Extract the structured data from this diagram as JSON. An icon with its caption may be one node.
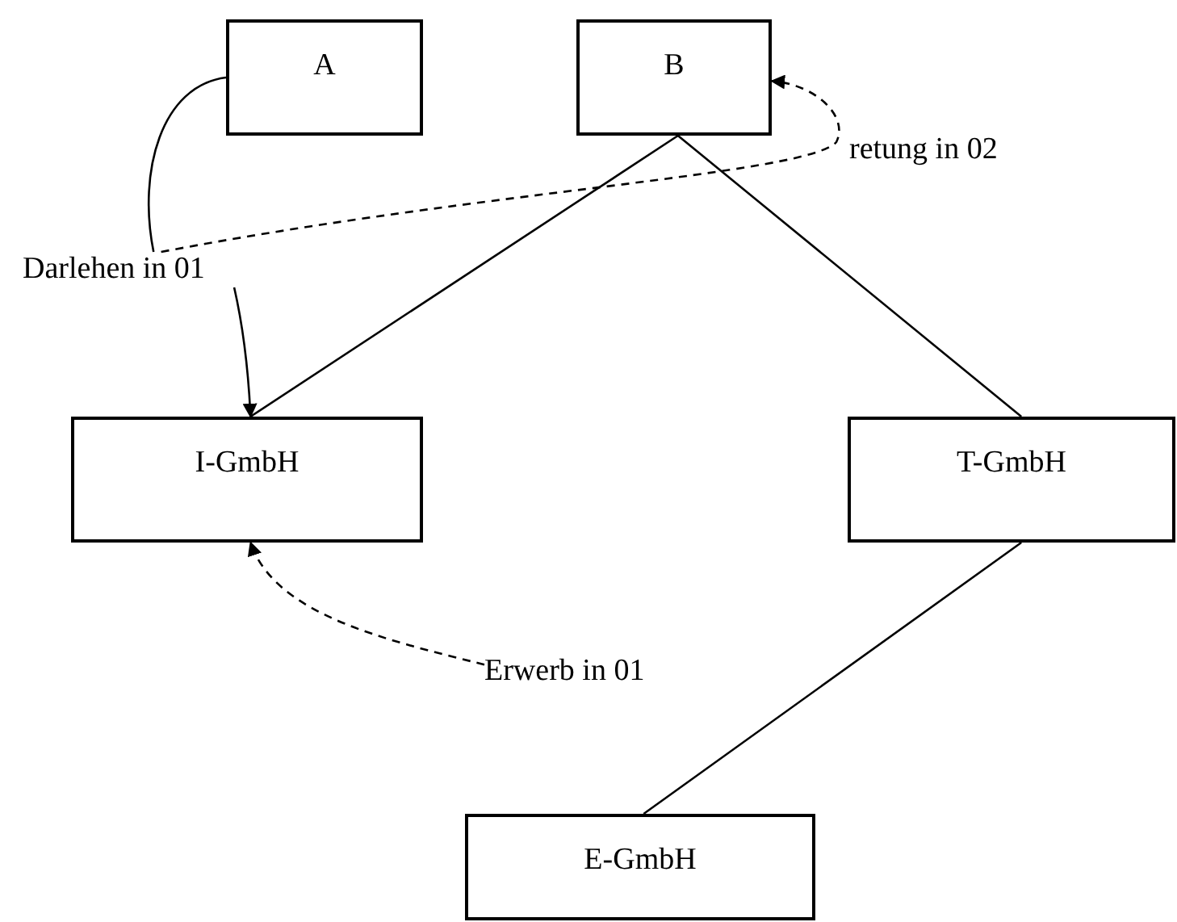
{
  "diagram": {
    "nodes": [
      {
        "text": [
          "A"
        ]
      },
      {
        "text": [
          "B"
        ]
      },
      {
        "text": [
          "I-GmbH"
        ]
      },
      {
        "text": [
          "T-GmbH"
        ]
      },
      {
        "text": [
          "E-GmbH"
        ]
      },
      {
        "text": [
          "Darlehen in 01"
        ]
      },
      {
        "text": [
          "Erwerb in 01"
        ]
      }
    ],
    "edges": [
      {
        "from": 0,
        "to": 5,
        "arrow": "none"
      },
      {
        "from": 5,
        "to": 2,
        "arrow": "to"
      },
      {
        "from": 5,
        "to": 1,
        "arrow": "to",
        "style": "dashed",
        "label": "retung in 02"
      },
      {
        "from": 1,
        "to": 2,
        "arrow": "none"
      },
      {
        "from": 1,
        "to": 3,
        "arrow": "none"
      },
      {
        "from": 3,
        "to": 4,
        "arrow": "none"
      },
      {
        "from": 6,
        "to": 2,
        "arrow": "to",
        "style": "dashed"
      }
    ]
  }
}
